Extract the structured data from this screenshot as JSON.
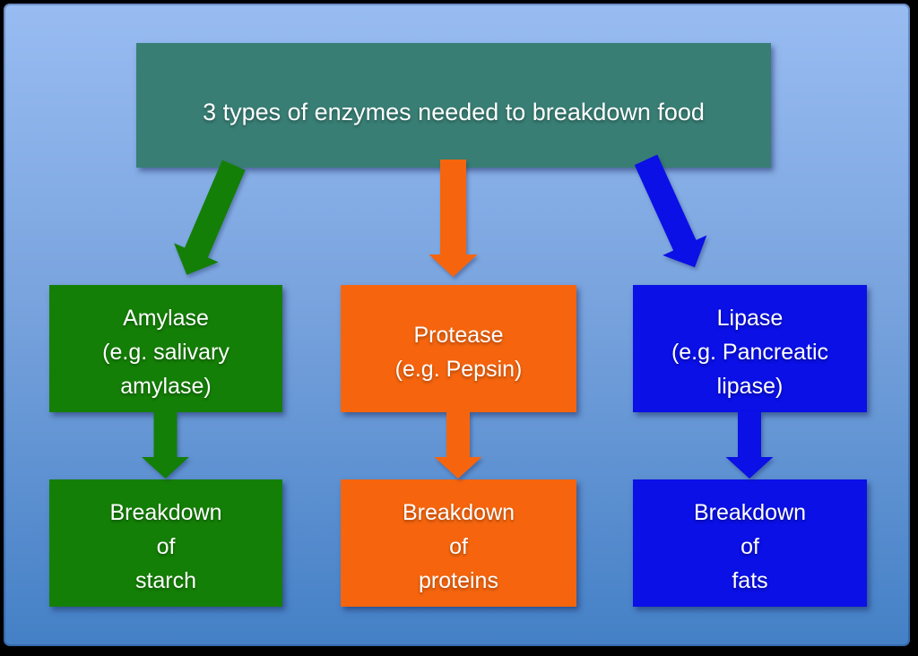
{
  "frame": {
    "border_color": "#000000"
  },
  "background": {
    "gradient_top": "#98BCF2",
    "gradient_bottom": "#4480C6"
  },
  "title_box": {
    "text": "3 types of enzymes needed to breakdown food",
    "color": "#387E74",
    "text_color": "#FFFFFF"
  },
  "columns": [
    {
      "name": "amylase",
      "color": "#147F06",
      "enzyme": {
        "lines": [
          "Amylase",
          "(e.g. salivary",
          "amylase)"
        ]
      },
      "result": {
        "lines": [
          "Breakdown",
          "of",
          "starch"
        ]
      }
    },
    {
      "name": "protease",
      "color": "#F6650E",
      "enzyme": {
        "lines": [
          "Protease",
          "(e.g. Pepsin)"
        ]
      },
      "result": {
        "lines": [
          "Breakdown",
          "of",
          "proteins"
        ]
      }
    },
    {
      "name": "lipase",
      "color": "#0A10E6",
      "enzyme": {
        "lines": [
          "Lipase",
          "(e.g. Pancreatic",
          "lipase)"
        ]
      },
      "result": {
        "lines": [
          "Breakdown",
          "of",
          "fats"
        ]
      }
    }
  ]
}
